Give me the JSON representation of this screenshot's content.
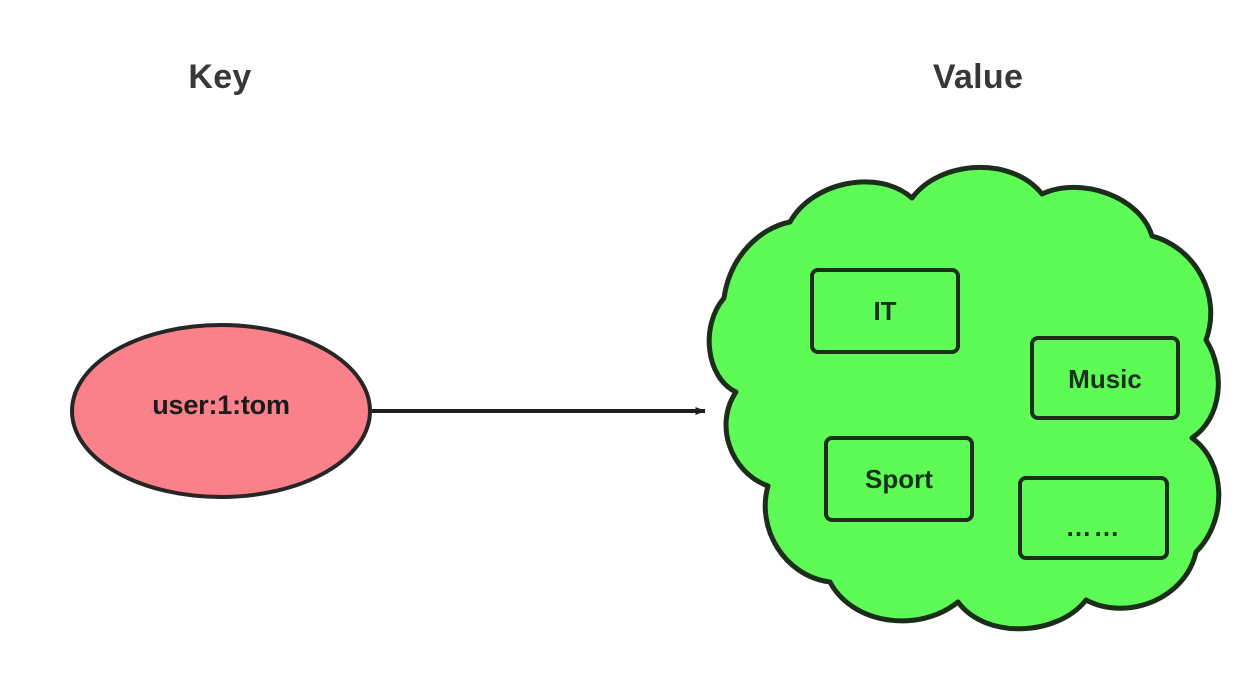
{
  "diagram": {
    "type": "key-value-mapping",
    "background_color": "#ffffff",
    "headings": {
      "key_title": "Key",
      "value_title": "Value",
      "title_color": "#383838"
    },
    "key_node": {
      "shape": "ellipse",
      "label": "user:1:tom",
      "fill_color": "#fa8089",
      "stroke_color": "#262626",
      "text_color": "#1b1b1b"
    },
    "connector": {
      "type": "arrow",
      "direction": "key-to-value",
      "stroke_color": "#1f1f1f"
    },
    "value_node": {
      "shape": "cloud",
      "fill_color": "#5efb56",
      "stroke_color": "#1a2e1a",
      "items": [
        {
          "label": "IT"
        },
        {
          "label": "Music"
        },
        {
          "label": "Sport"
        },
        {
          "label": "……"
        }
      ]
    }
  }
}
